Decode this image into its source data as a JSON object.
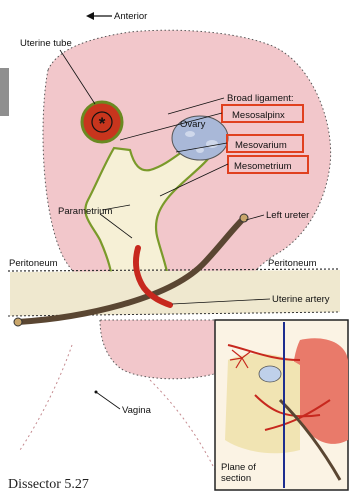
{
  "labels": {
    "anterior": "Anterior",
    "uterine_tube": "Uterine tube",
    "broad_ligament": "Broad ligament:",
    "mesosalpinx": "Mesosalpinx",
    "ovary": "Ovary",
    "mesovarium": "Mesovarium",
    "mesometrium": "Mesometrium",
    "parametrium": "Parametrium",
    "left_ureter": "Left ureter",
    "peritoneum_left": "Peritoneum",
    "peritoneum_right": "Peritoneum",
    "uterine_artery": "Uterine artery",
    "vagina": "Vagina",
    "plane_of_section_line1": "Plane of",
    "plane_of_section_line2": "section"
  },
  "caption": "Dissector 5.27",
  "colors": {
    "uterus_pink": "#f2c7cb",
    "ligament_cream": "#f6f0d6",
    "ligament_green": "#7a9a2a",
    "tube_red": "#c8351d",
    "ovary_blue": "#a9b8d8",
    "artery_red": "#c7281e",
    "ureter_brown": "#5a4632",
    "highlight_box_red": "#e0401f",
    "inset_border": "#222222",
    "plane_blue": "#1d2d8f"
  }
}
